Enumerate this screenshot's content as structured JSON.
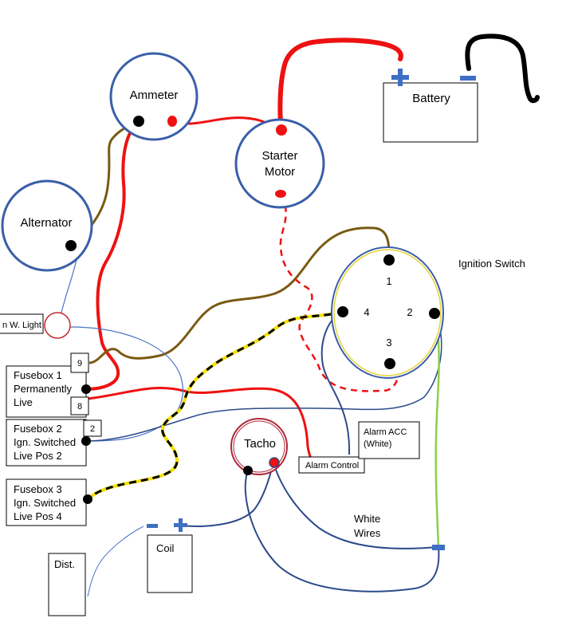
{
  "components": {
    "ammeter": "Ammeter",
    "starter_line1": "Starter",
    "starter_line2": "Motor",
    "battery": "Battery",
    "alternator": "Alternator",
    "ignition_switch": "Ignition Switch",
    "w_light": "n W. Light",
    "tacho": "Tacho",
    "alarm_control": "Alarm Control",
    "alarm_acc_line1": "Alarm ACC",
    "alarm_acc_line2": "(White)",
    "white_wires_line1": "White",
    "white_wires_line2": "Wires",
    "coil": "Coil",
    "dist": "Dist."
  },
  "ignition_terminals": [
    "1",
    "4",
    "2",
    "3"
  ],
  "fuseboxes": [
    {
      "line1": "Fusebox  1",
      "line2": "Permanently",
      "line3": "Live"
    },
    {
      "line1": "Fusebox  2",
      "line2": "Ign. Switched",
      "line3": "Live Pos 2"
    },
    {
      "line1": "Fusebox  3",
      "line2": "Ign. Switched",
      "line3": "Live Pos 4"
    }
  ],
  "fuse_numbers": [
    "9",
    "8",
    "2"
  ],
  "colors": {
    "gauge_blue": "#3a5fa8",
    "red_wire": "#ee1111",
    "brown_wire": "#7a5a12",
    "blue_wire": "#2c4a8a",
    "green_wire": "#8ccf4a",
    "yellow_wire": "#f4e000",
    "battery_black": "#000000",
    "tacho_red": "#b0283a",
    "terminal_blue": "#3d6fc4"
  }
}
